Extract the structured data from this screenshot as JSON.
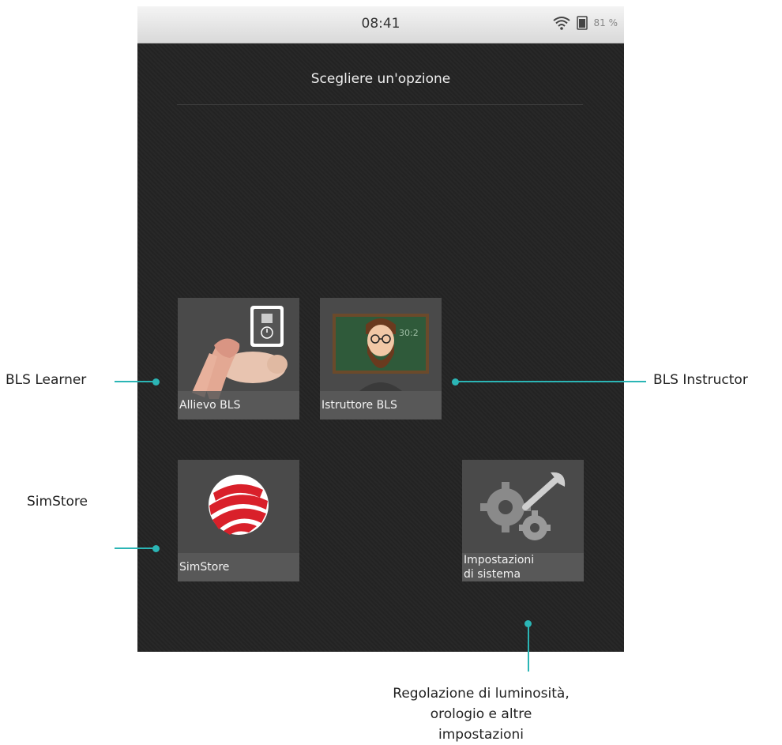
{
  "statusbar": {
    "time": "08:41",
    "battery": "81 %"
  },
  "screen": {
    "title": "Scegliere un'opzione"
  },
  "tiles": {
    "learner": "Allievo BLS",
    "instructor": "Istruttore BLS",
    "simstore": "SimStore",
    "settings_line1": "Impostazioni",
    "settings_line2": "di sistema"
  },
  "annotations": {
    "learner": "BLS Learner",
    "instructor": "BLS Instructor",
    "simstore": "SimStore",
    "settings_line1": "Regolazione di luminosità,",
    "settings_line2": "orologio e altre impostazioni"
  },
  "colors": {
    "accent": "#2bb5b5",
    "screen_bg": "#242424",
    "tile_bg": "#4a4a4a"
  }
}
